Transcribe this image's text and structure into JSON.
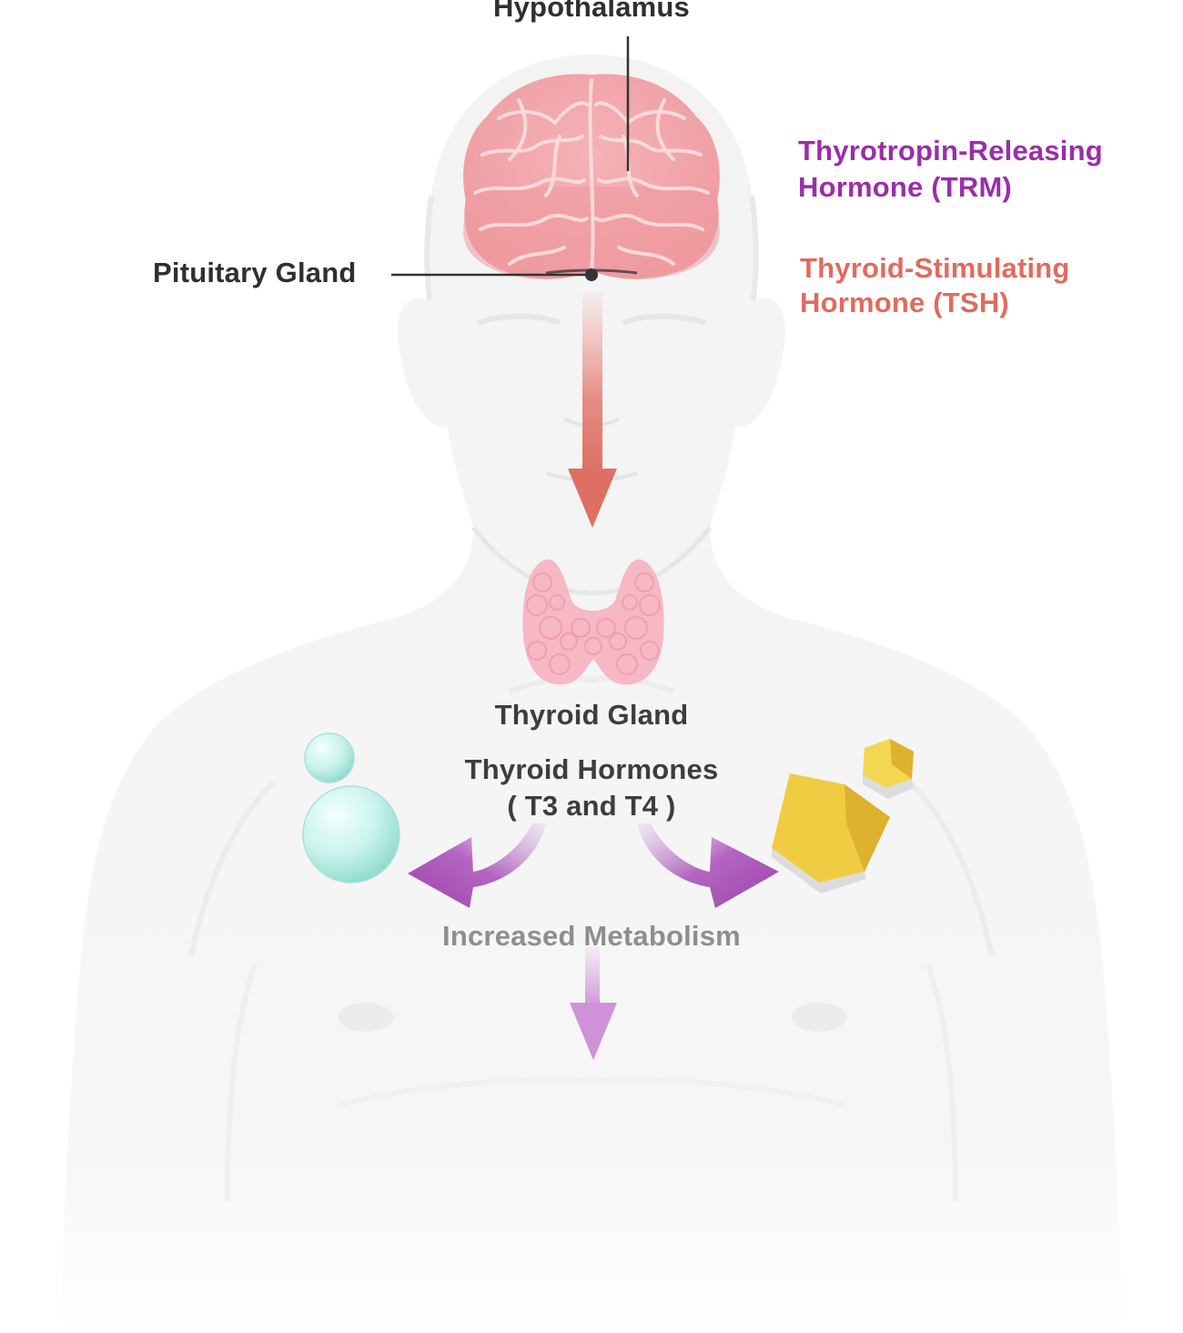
{
  "labels": {
    "hypothalamus": "Hypothalamus",
    "pituitary": "Pituitary Gland",
    "trh_line1": "Thyrotropin-Releasing",
    "trh_line2": "Hormone (TRM)",
    "tsh_line1": "Thyroid-Stimulating",
    "tsh_line2": "Hormone (TSH)",
    "thyroid": "Thyroid Gland",
    "hormones_line1": "Thyroid Hormones",
    "hormones_line2": "( T3 and T4 )",
    "metabolism": "Increased Metabolism"
  },
  "colors": {
    "trh": "#9a2ea8",
    "tsh": "#e06b5e",
    "brain": "#f2a3a7",
    "thyroid": "#f6b8c4",
    "hormone_arrows": "#a24eb2",
    "sphere": "#bff0ea",
    "cube": "#f0cc43"
  },
  "icons": {
    "brain": "brain-icon",
    "thyroid": "thyroid-gland-icon",
    "spheres": "spheres-icon",
    "cubes": "cubes-icon"
  }
}
